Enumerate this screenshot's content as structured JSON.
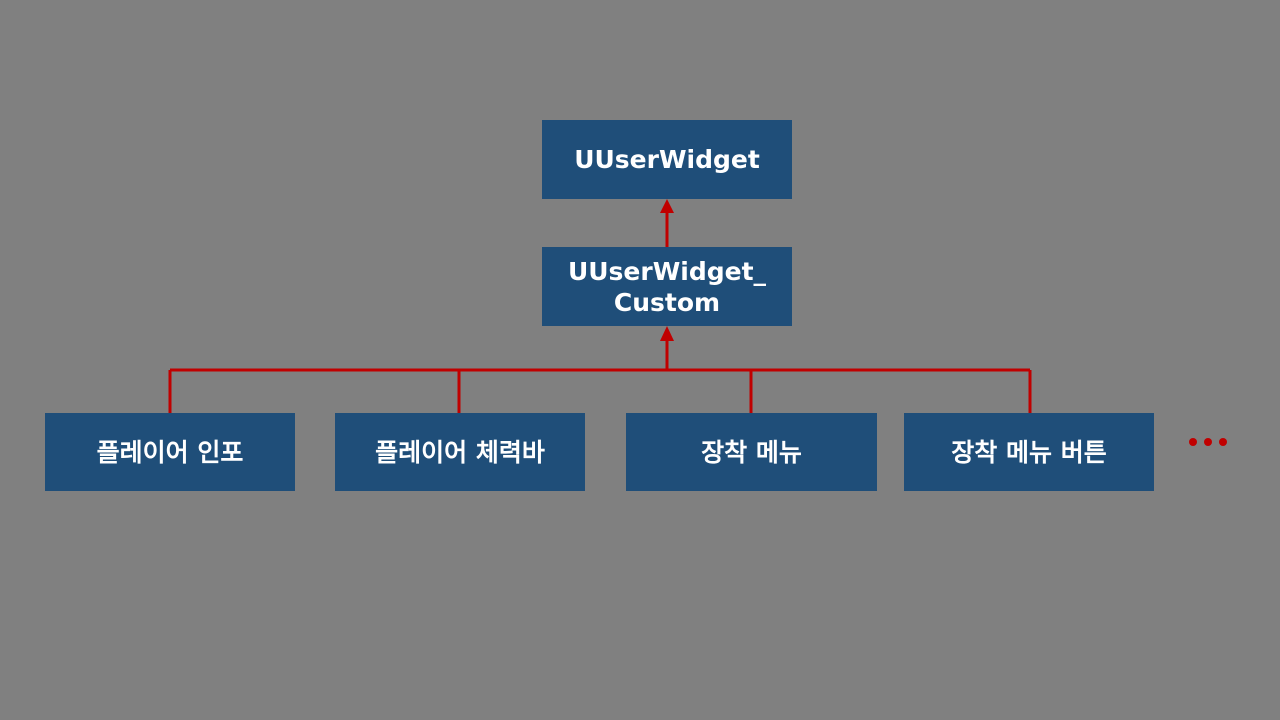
{
  "diagram": {
    "root": {
      "label": "UUserWidget"
    },
    "middle": {
      "line1": "UUserWidget_",
      "line2": "Custom"
    },
    "children": [
      {
        "label": "플레이어 인포"
      },
      {
        "label": "플레이어 체력바"
      },
      {
        "label": "장착 메뉴"
      },
      {
        "label": "장착 메뉴 버튼"
      }
    ],
    "more_indicator": "ellipsis"
  },
  "colors": {
    "background": "#808080",
    "box_fill": "#1f4e79",
    "box_text": "#ffffff",
    "connector": "#c00000"
  }
}
